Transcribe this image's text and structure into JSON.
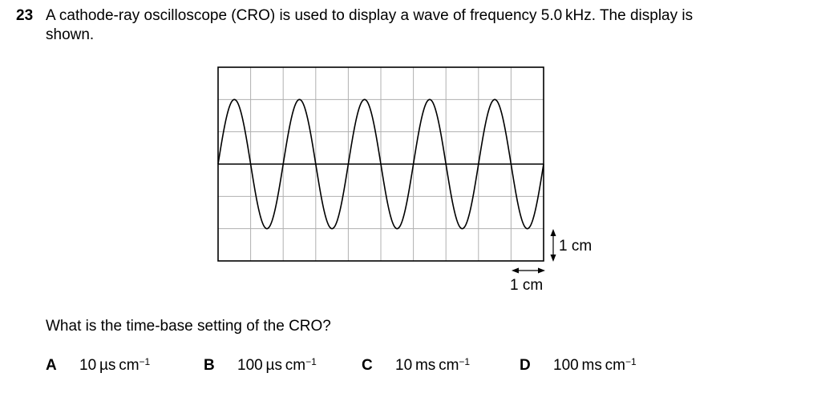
{
  "question": {
    "number": "23",
    "stem_line1": "A cathode-ray oscilloscope (CRO) is used to display a wave of frequency 5.0 kHz. The display is",
    "stem_line2": "shown.",
    "prompt": "What is the time-base setting of the CRO?"
  },
  "figure": {
    "scale_vertical_label": "1 cm",
    "scale_horizontal_label": "1 cm",
    "grid_columns": 10,
    "grid_rows": 6,
    "trace_cycles": 5,
    "trace_amplitude_cm": 2,
    "trace_color": "#000000",
    "grid_color": "#b0b0b0"
  },
  "options": [
    {
      "letter": "A",
      "value": "10 µs cm",
      "exponent": "−1"
    },
    {
      "letter": "B",
      "value": "100 µs cm",
      "exponent": "−1"
    },
    {
      "letter": "C",
      "value": "10 ms cm",
      "exponent": "−1"
    },
    {
      "letter": "D",
      "value": "100 ms cm",
      "exponent": "−1"
    }
  ]
}
